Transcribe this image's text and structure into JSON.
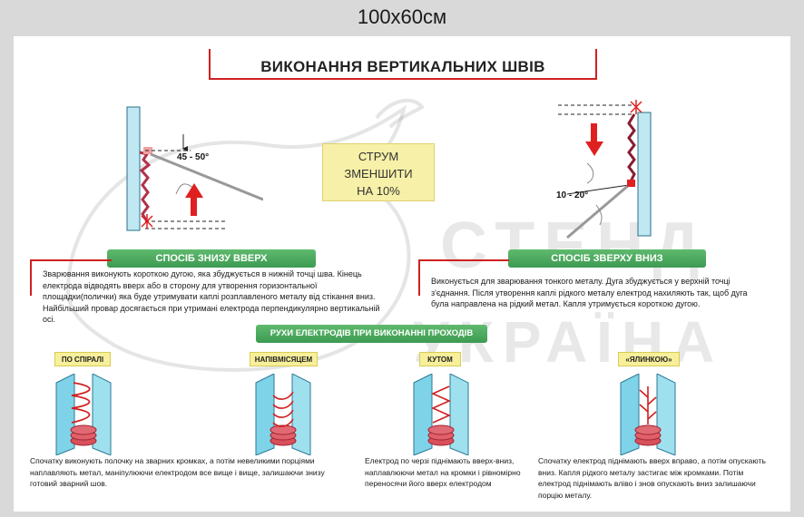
{
  "size_label": "100x60см",
  "title": "ВИКОНАННЯ ВЕРТИКАЛЬНИХ ШВІВ",
  "current_box": {
    "line1": "СТРУМ",
    "line2": "ЗМЕНШИТИ",
    "line3": "НА 10%"
  },
  "left_method": {
    "angle": "45 - 50°",
    "label": "СПОСІБ ЗНИЗУ ВВЕРХ",
    "text": "Зварювання виконують короткою дугою, яка збуджується в нижній точці шва. Кінець електрода відводять вверх або в сторону для утворення горизонтальної площадки(полички) яка буде утримувати каплі розплавленого металу від стікання вниз. Найбільший провар досягається при утримані електрода перпендикулярно вертикальній осі."
  },
  "right_method": {
    "angle": "10 - 20°",
    "label": "СПОСІБ ЗВЕРХУ ВНИЗ",
    "text": "Виконується для зварювання тонкого металу. Дуга збуджується у верхній точці з'єднання. Після утворення каплі рідкого металу електрод нахиляють так, щоб дуга була направлена на рідкий метал. Капля утримується короткою дугою."
  },
  "movements_label": "РУХИ ЕЛЕКТРОДІВ ПРИ ВИКОНАННІ ПРОХОДІВ",
  "movements": [
    {
      "label": "ПО СПІРАЛІ",
      "caption": "Спочатку виконують полочку на зварних кромках, а потім невеликими порціями наплавляють метал, маніпулюючи електродом все вище і вище, залишаючи знизу готовий зварний шов."
    },
    {
      "label": "НАПІВМІСЯЦЕМ",
      "caption": ""
    },
    {
      "label": "КУТОМ",
      "caption": "Електрод по черзі піднімають вверх-вниз, наплавлюючи метал на кромки і рівномірно переносячи його вверх електродом"
    },
    {
      "label": "«ЯЛИНКОЮ»",
      "caption": "Спочатку електрод піднімають вверх вправо, а потім опускають вниз. Капля рідкого металу застигає між кромками. Потім електрод піднімають вліво і знов опускають вниз залишаючи порцію металу."
    }
  ],
  "watermark": {
    "line1": "СТЕНД",
    "line2": "УКРАЇНА"
  },
  "colors": {
    "accent_red": "#d02020",
    "green": "#4aa85e",
    "yellow": "#f7ef9a",
    "plate_blue": "#bfe8f2"
  }
}
